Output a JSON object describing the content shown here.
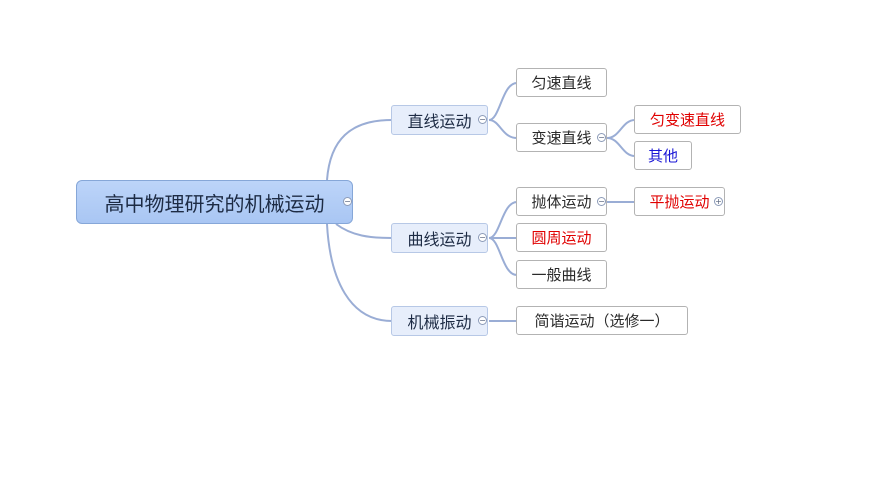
{
  "mindmap": {
    "root": {
      "label": "高中物理研究的机械运动",
      "toggle": "−"
    },
    "branches": [
      {
        "label": "直线运动",
        "toggle": "−",
        "children": [
          {
            "label": "匀速直线"
          },
          {
            "label": "变速直线",
            "toggle": "−",
            "children": [
              {
                "label": "匀变速直线",
                "color": "#e00000"
              },
              {
                "label": "其他",
                "color": "#1a16d6"
              }
            ]
          }
        ]
      },
      {
        "label": "曲线运动",
        "toggle": "−",
        "children": [
          {
            "label": "抛体运动",
            "toggle": "−",
            "children": [
              {
                "label": "平抛运动",
                "color": "#e00000",
                "toggle": "+"
              }
            ]
          },
          {
            "label": "圆周运动",
            "color": "#e00000"
          },
          {
            "label": "一般曲线"
          }
        ]
      },
      {
        "label": "机械振动",
        "toggle": "−",
        "children": [
          {
            "label": "简谐运动（选修一）"
          }
        ]
      }
    ],
    "colors": {
      "connector": "#9aadd5",
      "root_fill": "#a9c6f3",
      "main_fill": "#e7eefb",
      "highlight_red": "#e00000",
      "highlight_blue": "#1a16d6"
    }
  }
}
